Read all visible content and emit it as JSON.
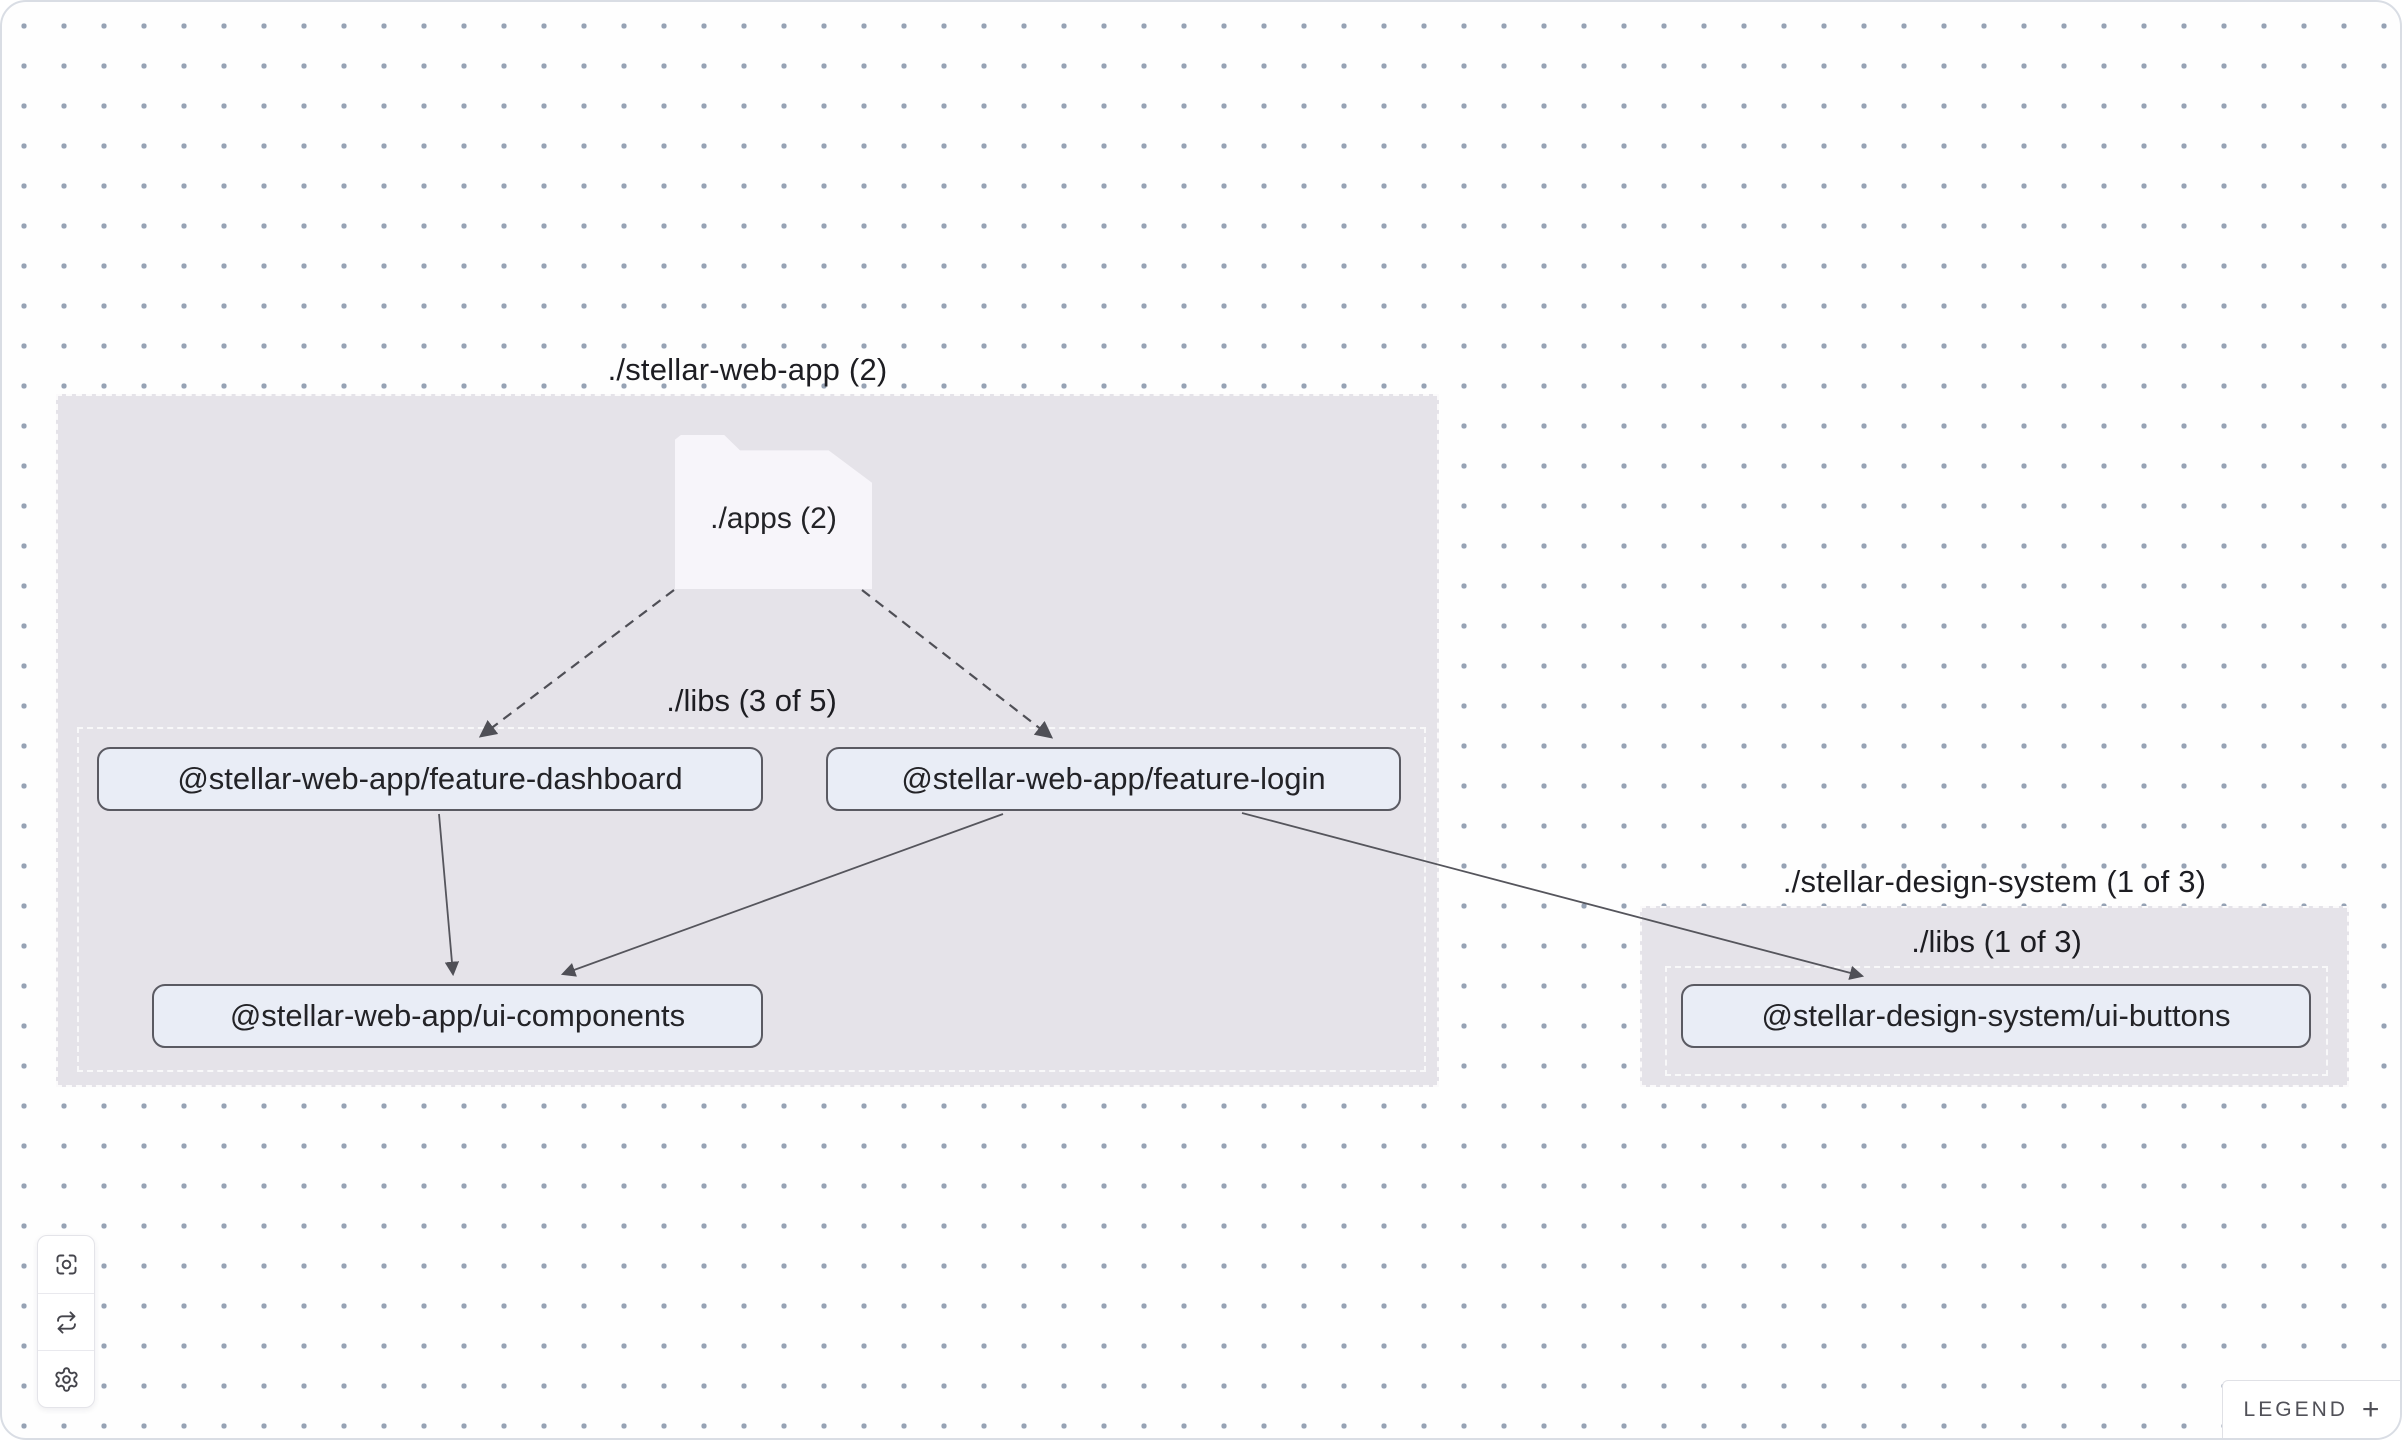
{
  "colors": {
    "canvas_dot": "#96a2b4",
    "group_fill": "#e5e3e9",
    "node_fill": "#e9edf6",
    "node_border": "#5a5a62",
    "folder_fill": "#f7f5fa",
    "edge": "#55555c",
    "text": "#1d1d22"
  },
  "graph": {
    "groups": {
      "web_app": {
        "title": "./stellar-web-app (2)",
        "apps_folder_label": "./apps (2)",
        "libs_title": "./libs (3 of 5)"
      },
      "design_system": {
        "title": "./stellar-design-system (1 of 3)",
        "libs_title": "./libs (1 of 3)"
      }
    },
    "nodes": {
      "feature_dashboard": {
        "label": "@stellar-web-app/feature-dashboard"
      },
      "feature_login": {
        "label": "@stellar-web-app/feature-login"
      },
      "ui_components": {
        "label": "@stellar-web-app/ui-components"
      },
      "ui_buttons": {
        "label": "@stellar-design-system/ui-buttons"
      }
    },
    "edges": [
      {
        "from": "./apps",
        "to": "@stellar-web-app/feature-dashboard",
        "type": "dashed"
      },
      {
        "from": "./apps",
        "to": "@stellar-web-app/feature-login",
        "type": "dashed"
      },
      {
        "from": "@stellar-web-app/feature-dashboard",
        "to": "@stellar-web-app/ui-components",
        "type": "solid"
      },
      {
        "from": "@stellar-web-app/feature-login",
        "to": "@stellar-web-app/ui-components",
        "type": "solid"
      },
      {
        "from": "@stellar-web-app/feature-login",
        "to": "@stellar-design-system/ui-buttons",
        "type": "solid"
      }
    ]
  },
  "toolbar": {
    "buttons": [
      {
        "name": "focus"
      },
      {
        "name": "refresh"
      },
      {
        "name": "settings"
      }
    ]
  },
  "legend": {
    "label": "LEGEND",
    "toggle": "+"
  }
}
